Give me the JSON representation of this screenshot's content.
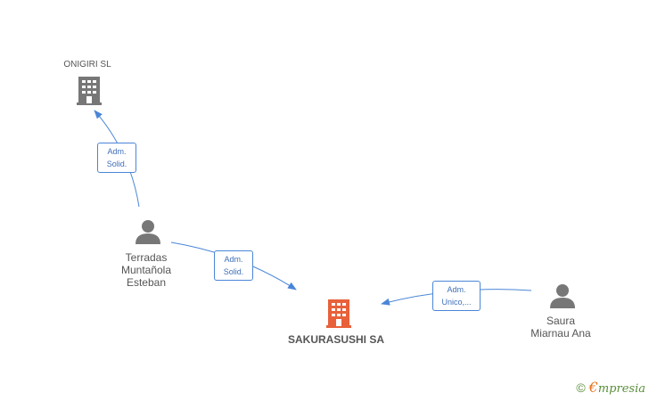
{
  "colors": {
    "edge": "#4a86d8",
    "company": "#777777",
    "company_main": "#e8613a",
    "person": "#777777"
  },
  "nodes": {
    "onigiri": {
      "label": "ONIGIRI SL",
      "icon": "building-icon"
    },
    "sakurasushi": {
      "label": "SAKURASUSHI SA",
      "icon": "building-icon"
    },
    "terradas": {
      "label": "Terradas\nMuntañola\nEsteban",
      "icon": "person-icon"
    },
    "saura": {
      "label": "Saura\nMiarnau Ana",
      "icon": "person-icon"
    }
  },
  "edges": {
    "terradas_onigiri": {
      "label": "Adm.\nSolid."
    },
    "terradas_sakurasushi": {
      "label": "Adm.\nSolid."
    },
    "saura_sakurasushi": {
      "label": "Adm.\nUnico,..."
    }
  },
  "footer": {
    "copyright": "©",
    "brand_initial": "€",
    "brand_rest": "mpresia"
  }
}
